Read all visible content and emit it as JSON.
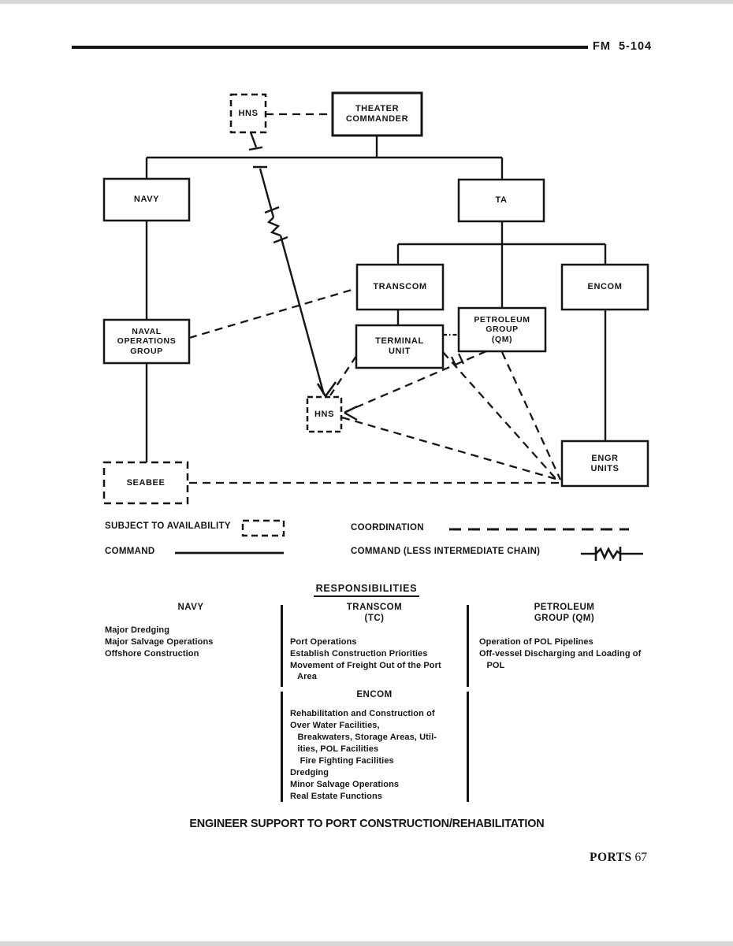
{
  "header": {
    "doc_ref": "FM  5-104"
  },
  "colors": {
    "ink": "#151515",
    "paper": "#ffffff"
  },
  "org_chart": {
    "boxes": {
      "hns_top": "HNS",
      "theater_commander": "THEATER\nCOMMANDER",
      "navy": "NAVY",
      "ta": "TA",
      "transcom": "TRANSCOM",
      "encom": "ENCOM",
      "petroleum_group": "PETROLEUM\nGROUP\n(QM)",
      "terminal_unit": "TERMINAL\nUNIT",
      "hns_lower": "HNS",
      "naval_operations_group": "NAVAL\nOPERATIONS\nGROUP",
      "seabee": "SEABEE",
      "engr_units": "ENGR\nUNITS"
    },
    "connections": [
      {
        "from": "HNS",
        "to": "THEATER COMMANDER",
        "type": "coordination"
      },
      {
        "from": "THEATER COMMANDER",
        "to": "NAVY",
        "type": "command"
      },
      {
        "from": "THEATER COMMANDER",
        "to": "TA",
        "type": "command"
      },
      {
        "from": "THEATER COMMANDER",
        "to": "HNS (port)",
        "type": "command-less-intermediate-chain"
      },
      {
        "from": "NAVY",
        "to": "NAVAL OPERATIONS GROUP",
        "type": "command"
      },
      {
        "from": "NAVAL OPERATIONS GROUP",
        "to": "SEABEE",
        "type": "command"
      },
      {
        "from": "NAVAL OPERATIONS GROUP",
        "to": "TRANSCOM",
        "type": "coordination"
      },
      {
        "from": "TA",
        "to": "TRANSCOM",
        "type": "command"
      },
      {
        "from": "TA",
        "to": "ENCOM",
        "type": "command"
      },
      {
        "from": "TA",
        "to": "PETROLEUM GROUP (QM)",
        "type": "command"
      },
      {
        "from": "TRANSCOM",
        "to": "TERMINAL UNIT",
        "type": "command"
      },
      {
        "from": "ENCOM",
        "to": "ENGR UNITS",
        "type": "command"
      },
      {
        "from": "TERMINAL UNIT",
        "to": "PETROLEUM GROUP (QM)",
        "type": "coordination"
      },
      {
        "from": "TERMINAL UNIT",
        "to": "HNS (port)",
        "type": "coordination"
      },
      {
        "from": "PETROLEUM GROUP (QM)",
        "to": "HNS (port)",
        "type": "coordination"
      },
      {
        "from": "TERMINAL UNIT",
        "to": "ENGR UNITS",
        "type": "coordination"
      },
      {
        "from": "PETROLEUM GROUP (QM)",
        "to": "ENGR UNITS",
        "type": "coordination"
      },
      {
        "from": "HNS (port)",
        "to": "ENGR UNITS",
        "type": "coordination"
      },
      {
        "from": "SEABEE",
        "to": "ENGR UNITS",
        "type": "coordination"
      }
    ]
  },
  "legend": {
    "subject_to_availability": "SUBJECT TO AVAILABILITY",
    "command": "COMMAND",
    "coordination": "COORDINATION",
    "command_less_intermediate": "COMMAND (LESS INTERMEDIATE CHAIN)"
  },
  "responsibilities": {
    "title": "RESPONSIBILITIES",
    "columns": [
      {
        "header_lines": [
          "NAVY",
          ""
        ],
        "items": [
          "Major Dredging",
          "Major Salvage Operations",
          "Offshore Construction"
        ]
      },
      {
        "header_lines": [
          "TRANSCOM",
          "(TC)"
        ],
        "items": [
          "Port Operations",
          "Establish Construction Priorities",
          "Movement of Freight Out of the Port",
          "   Area"
        ]
      },
      {
        "header_lines": [
          "PETROLEUM",
          "GROUP (QM)"
        ],
        "items": [
          "Operation of POL Pipelines",
          "Off-vessel Discharging and Loading of",
          "   POL"
        ]
      }
    ],
    "encom": {
      "header": "ENCOM",
      "items": [
        "Rehabilitation and Construction of",
        "Over Water Facilities,",
        "   Breakwaters, Storage Areas, Util-",
        "   ities, POL Facilities",
        "    Fire Fighting Facilities",
        "Dredging",
        "Minor Salvage Operations",
        "Real Estate Functions"
      ]
    }
  },
  "caption": "ENGINEER SUPPORT TO PORT CONSTRUCTION/REHABILITATION",
  "footer": {
    "page_label": "PORTS",
    "page_number": "67"
  }
}
